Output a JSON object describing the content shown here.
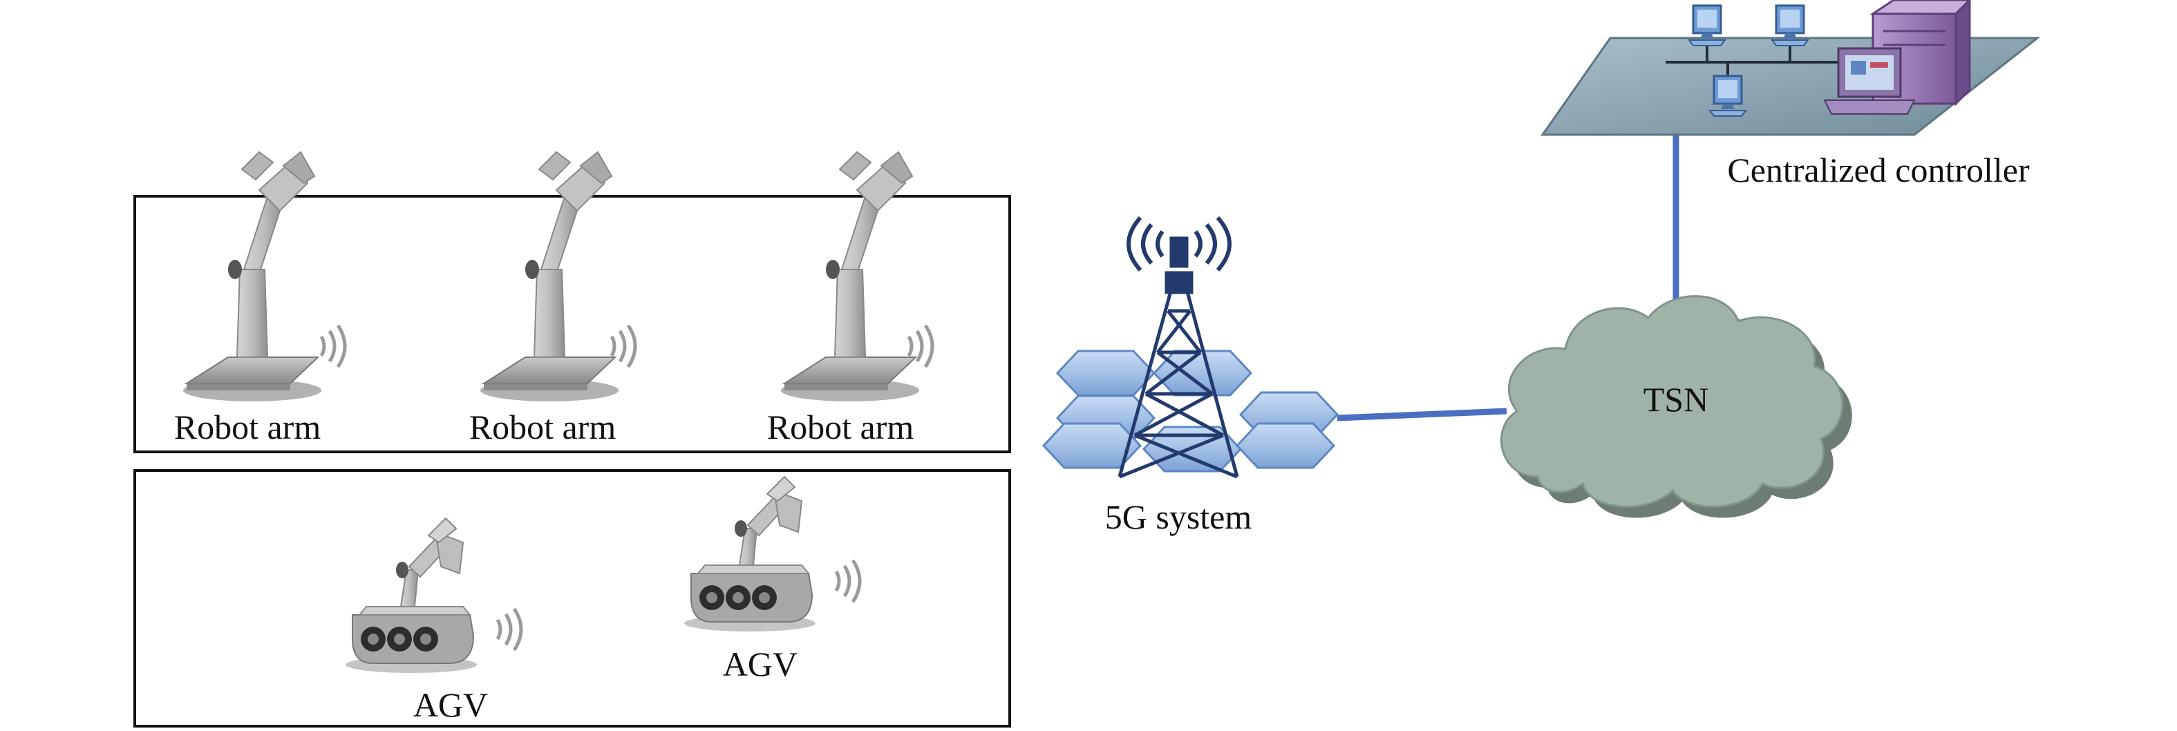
{
  "robot_arms": [
    {
      "label": "Robot arm"
    },
    {
      "label": "Robot arm"
    },
    {
      "label": "Robot arm"
    }
  ],
  "agvs": [
    {
      "label": "AGV"
    },
    {
      "label": "AGV"
    }
  ],
  "base_station": {
    "label": "5G system"
  },
  "network": {
    "label": "TSN"
  },
  "controller": {
    "label": "Centralized controller"
  },
  "colors": {
    "link": "#4a6fc0",
    "cloud": "#9fb3a6",
    "hexagon": "#a9c6ea",
    "platform": "#8fa9b7",
    "device_gray": "#b9b9b9",
    "tower": "#233a6e",
    "monitor": "#6f9bd5",
    "server": "#9a78b5"
  }
}
